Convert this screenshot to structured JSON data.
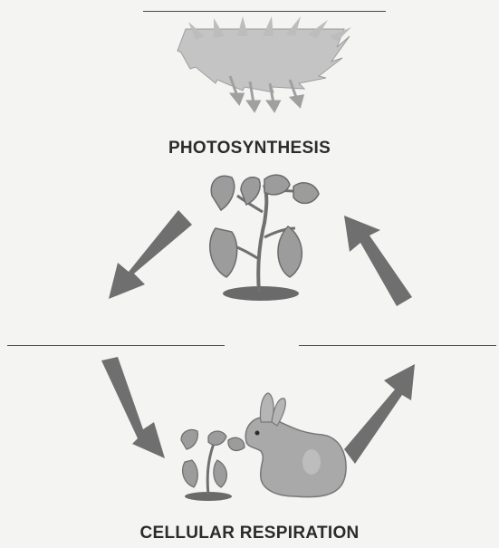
{
  "labels": {
    "photosynthesis": "PHOTOSYNTHESIS",
    "cellular_respiration": "CELLULAR RESPIRATION"
  },
  "illustrations": {
    "sun": "sun-icon",
    "plant": "plant-icon",
    "rabbit": "rabbit-icon",
    "cycle_arrows": "arrow-icon"
  },
  "colors": {
    "arrow": "#6f6f6f",
    "sun": "#c9c9c9",
    "leaf": "#9a9a9a",
    "rabbit": "#a9a9a9",
    "ink": "#2b2b2b"
  },
  "blanks": {
    "count": 3
  }
}
